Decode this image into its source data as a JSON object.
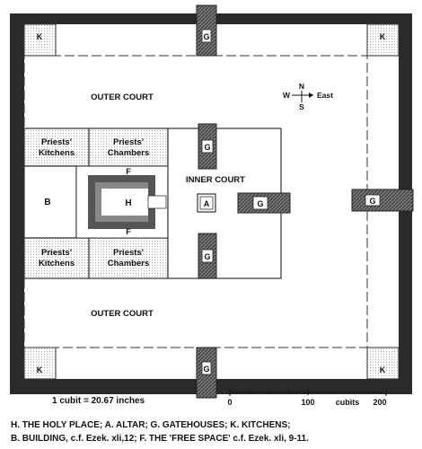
{
  "labels": {
    "outer_court_top": "OUTER COURT",
    "outer_court_bottom": "OUTER COURT",
    "inner_court": "INNER COURT",
    "priests_kitchens_top_1": "Priests'",
    "priests_kitchens_top_2": "Kitchens",
    "priests_chambers_top_1": "Priests'",
    "priests_chambers_top_2": "Chambers",
    "priests_kitchens_bottom_1": "Priests'",
    "priests_kitchens_bottom_2": "Kitchens",
    "priests_chambers_bottom_1": "Priests'",
    "priests_chambers_bottom_2": "Chambers",
    "building": "B",
    "holy_place": "H",
    "altar": "A",
    "free_space_top": "F",
    "free_space_bottom": "F",
    "kitchen_corner": "K",
    "gatehouse": "G"
  },
  "compass": {
    "n": "N",
    "s": "S",
    "w": "W",
    "e": "East"
  },
  "scale": {
    "cubit_note": "1 cubit = 20.67 inches",
    "zero": "0",
    "hundred": "100",
    "unit": "cubits",
    "two_hundred": "200"
  },
  "legend": {
    "line1": "H.  THE HOLY PLACE;   A.  ALTAR;   G.  GATEHOUSES;   K.  KITCHENS;",
    "line2": "B.  BUILDING, c.f. Ezek. xli,12;   F.  THE 'FREE SPACE' c.f. Ezek. xli, 9-11."
  }
}
